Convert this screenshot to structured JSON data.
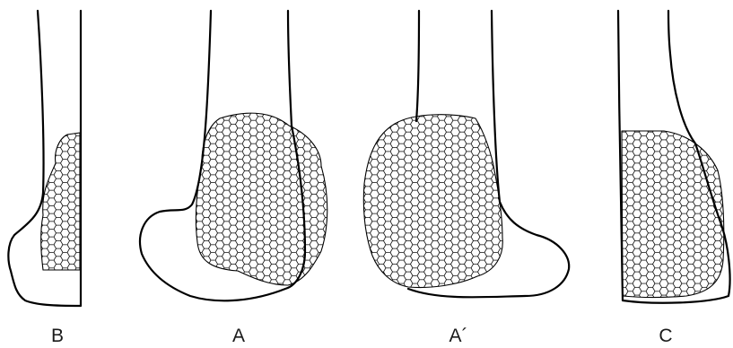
{
  "panels": [
    {
      "id": "B",
      "label": "B"
    },
    {
      "id": "A",
      "label": "A"
    },
    {
      "id": "A-prime",
      "label": "A´"
    },
    {
      "id": "C",
      "label": "C"
    }
  ],
  "colors": {
    "outline": "#000000",
    "background": "#ffffff",
    "lesion_pattern": "honeycomb-hexagon"
  }
}
